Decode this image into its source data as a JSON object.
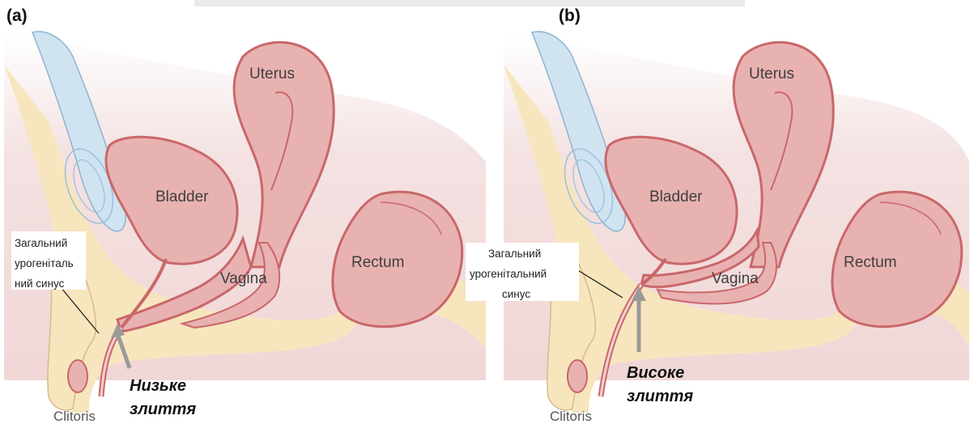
{
  "header": {
    "title": ""
  },
  "panel_a": {
    "tag": "(a)",
    "labels": {
      "uterus": "Uterus",
      "bladder": "Bladder",
      "vagina": "Vagina",
      "rectum": "Rectum",
      "clitoris": "Clitoris"
    },
    "sinus_label": [
      "Загальний",
      "урогеніталь",
      "ний синус"
    ],
    "confluence_label": [
      "Низьке",
      "злиття"
    ]
  },
  "panel_b": {
    "tag": "(b)",
    "labels": {
      "uterus": "Uterus",
      "bladder": "Bladder",
      "vagina": "Vagina",
      "rectum": "Rectum",
      "clitoris": "Clitoris"
    },
    "sinus_label": [
      "Загальний",
      "урогенітальний",
      "синус"
    ],
    "confluence_label": [
      "Високе",
      "злиття"
    ]
  },
  "colors": {
    "tissue_pink": "#d98a8c",
    "organ_fill": "#e8b2b1",
    "background_pink": "#f3dede",
    "fat_yellow": "#f7e6bd",
    "bone_blue": "#cfe3f1",
    "arrow_gray": "#9a9a9a"
  }
}
